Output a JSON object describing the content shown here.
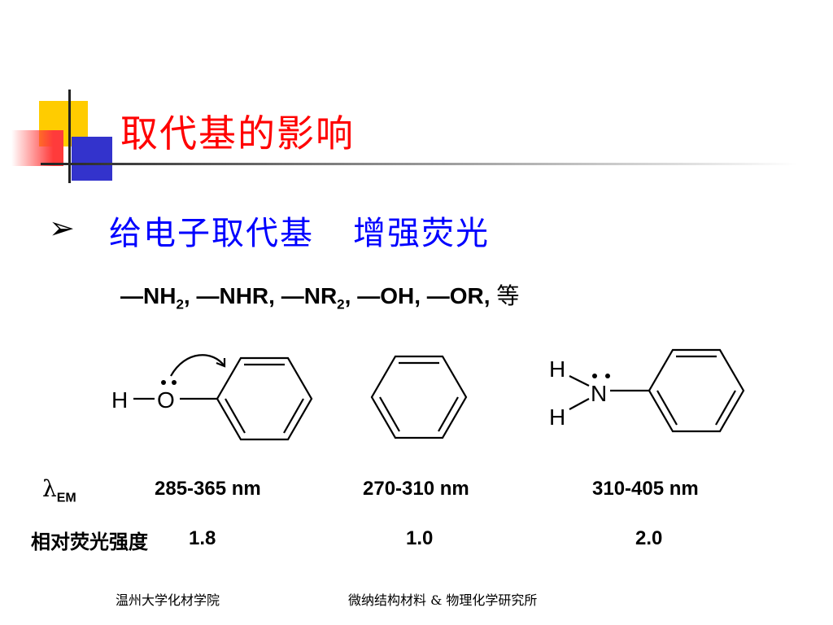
{
  "slide": {
    "title": "取代基的影响",
    "bullet": {
      "marker": "➢",
      "text_left": "给电子取代基",
      "text_right": "增强荧光"
    },
    "groups": {
      "g1": "—NH",
      "g1_sub": "2",
      "g1_sep": ",  ",
      "g2": "—NHR,  ",
      "g3": "—NR",
      "g3_sub": "2",
      "g3_sep": ",  ",
      "g4": "—OH,  ",
      "g5": "—OR,  ",
      "etc": "等"
    },
    "molecules": {
      "phenol": {
        "atom_h": "H",
        "atom_o": "O"
      },
      "aniline": {
        "atom_h_top": "H",
        "atom_n": "N",
        "atom_h_bottom": "H"
      }
    },
    "lambda": {
      "symbol": "λ",
      "sub": "EM"
    },
    "emission": [
      "285-365 nm",
      "270-310 nm",
      "310-405 nm"
    ],
    "relative_label": "相对荧光强度",
    "relative_values": [
      "1.8",
      "1.0",
      "2.0"
    ],
    "footer": {
      "left": "温州大学化材学院",
      "right": "微纳结构材料 & 物理化学研究所"
    }
  },
  "colors": {
    "title": "#ff0000",
    "bullet_text": "#0000ff",
    "block_yellow": "#ffcc00",
    "block_blue": "#3333cc",
    "block_red": "#ff3b3b"
  },
  "icons": {
    "bullet": "arrow-bullet-icon"
  }
}
